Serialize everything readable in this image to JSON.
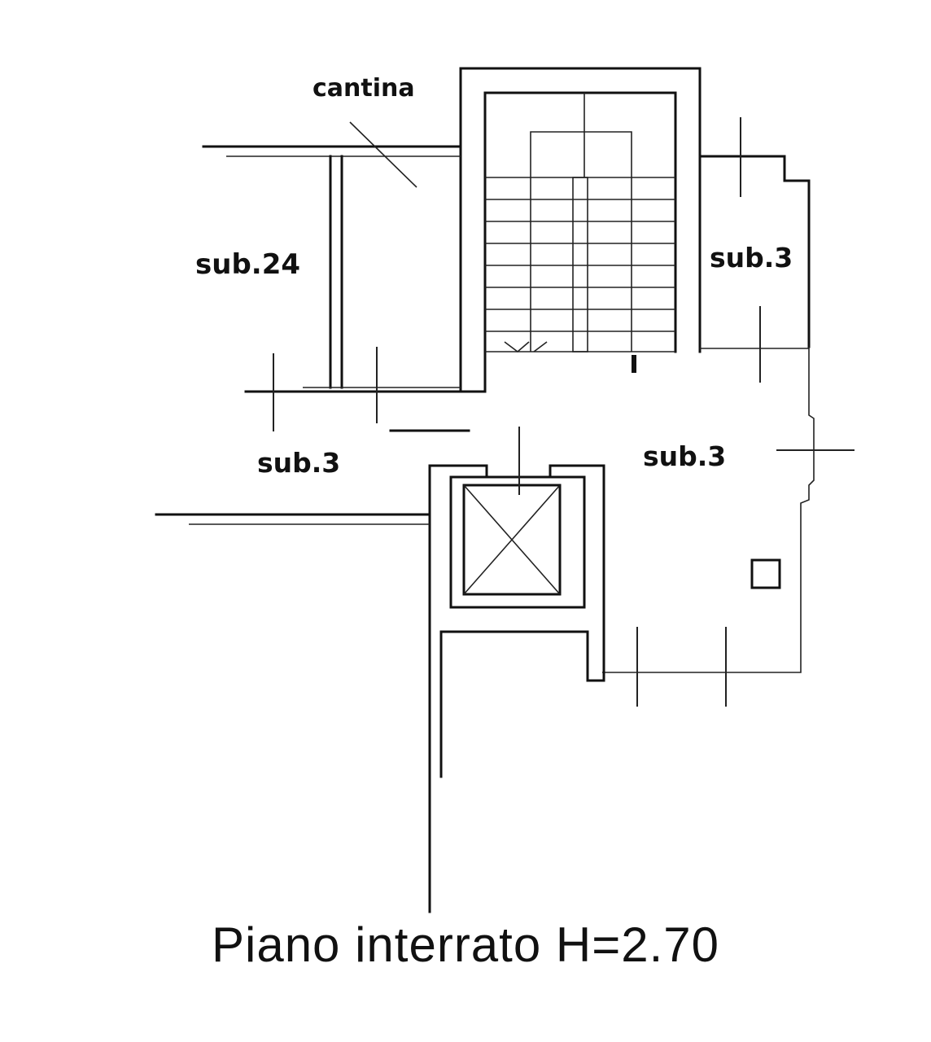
{
  "labels": {
    "cantina": "cantina",
    "sub24": "sub.24",
    "sub3_top_right": "sub.3",
    "sub3_left": "sub.3",
    "sub3_right": "sub.3"
  },
  "caption": "Piano interrato H=2.70",
  "colors": {
    "ink": "#111111",
    "background": "#ffffff"
  }
}
